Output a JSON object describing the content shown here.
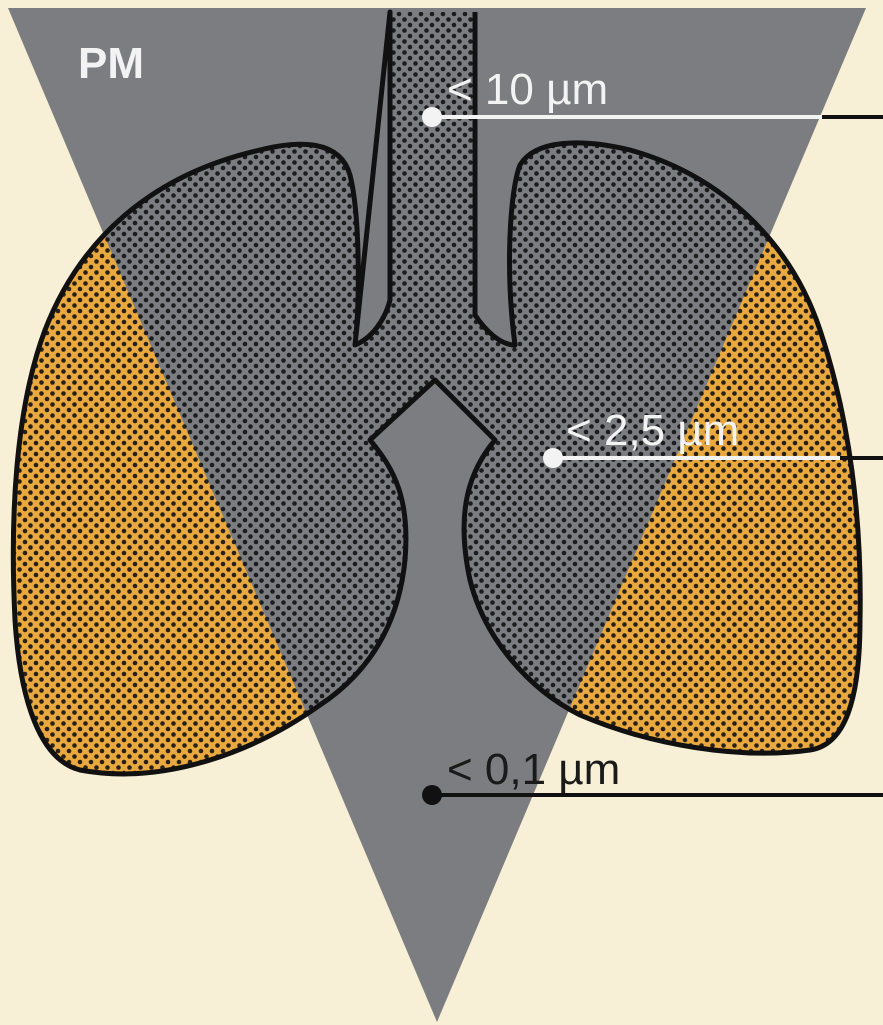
{
  "diagram": {
    "title": "PM",
    "labels": {
      "pm10": "< 10 µm",
      "pm25": "< 2,5 µm",
      "pm01": "< 0,1 µm"
    },
    "colors": {
      "background": "#f8f0d6",
      "cone": "#7c7d80",
      "lung_orange": "#e9a93e",
      "outline": "#111111",
      "light_text": "#f3f3f3",
      "dark_text": "#1a1a1a"
    }
  }
}
